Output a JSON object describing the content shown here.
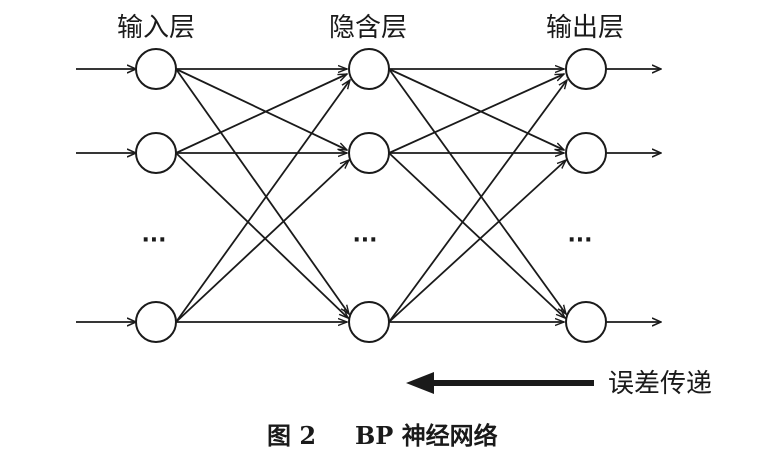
{
  "layers": [
    {
      "key": "input",
      "title": "输入层",
      "ellipsis": "···"
    },
    {
      "key": "hidden",
      "title": "隐含层",
      "ellipsis": "···"
    },
    {
      "key": "output",
      "title": "输出层",
      "ellipsis": "···"
    }
  ],
  "legend": {
    "label": "误差传递"
  },
  "caption": {
    "figure_no": "图 2",
    "title": "BP 神经网络"
  },
  "colors": {
    "stroke": "#1a1a1a",
    "background": "#ffffff"
  }
}
